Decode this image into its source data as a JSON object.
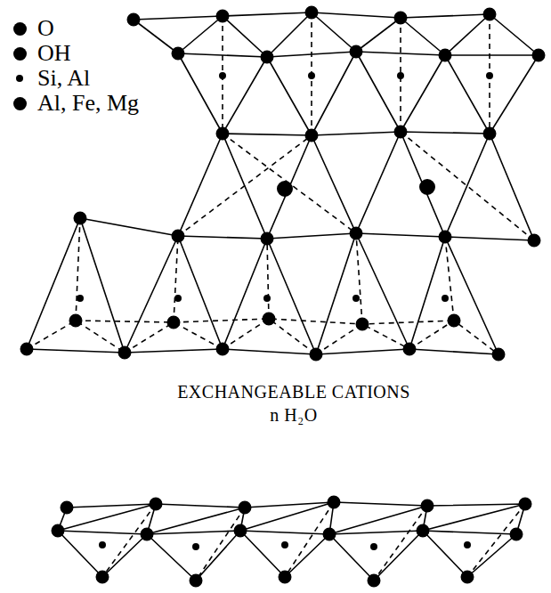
{
  "diagram": {
    "labels": [
      "EXCHANGEABLE CATIONS",
      "n H₂O"
    ],
    "legend": [
      {
        "text": "O"
      },
      {
        "text": "OH"
      },
      {
        "text": "Si, Al"
      },
      {
        "text": "Al, Fe, Mg"
      }
    ]
  }
}
